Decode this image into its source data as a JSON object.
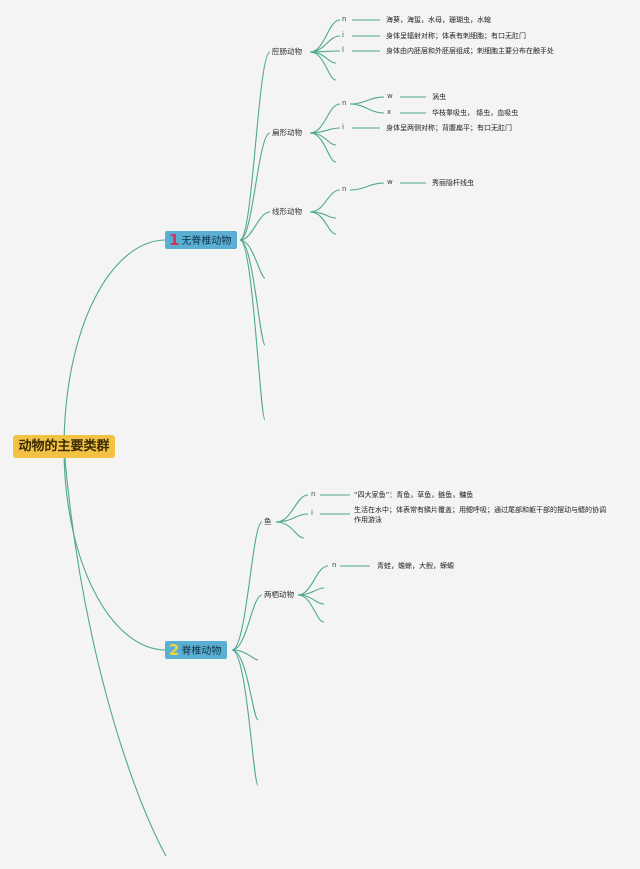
{
  "title": "动物的主要类群",
  "groups": [
    {
      "num": "1",
      "label": "无脊椎动物"
    },
    {
      "num": "2",
      "label": "脊椎动物"
    }
  ],
  "invert": {
    "qiang": {
      "label": "腔肠动物",
      "k1": "n",
      "v1": "海葵，海蜇，水母，珊瑚虫，水螅",
      "k2": "i",
      "v2": "身体呈辐射对称；体表有刺细胞；有口无肛门",
      "k3": "l",
      "v3": "身体由内胚层和外胚层组成；刺细胞主要分布在触手处"
    },
    "bian": {
      "label": "扁形动物",
      "k1": "n",
      "k2": "i",
      "v2": "身体呈两侧对称；背腹扁平；有口无肛门",
      "w": "w",
      "wv": "涡虫",
      "x": "x",
      "xv": "华枝睾吸虫，  绦虫，血吸虫"
    },
    "xian": {
      "label": "线形动物",
      "k1": "n",
      "w": "w",
      "wv": "秀丽隐杆线虫"
    }
  },
  "vert": {
    "yu": {
      "label": "鱼",
      "k1": "n",
      "v1": "“四大家鱼”：青鱼，草鱼，鲢鱼，鳙鱼",
      "k2": "i",
      "v2": "生活在水中；体表常有鳞片覆盖；用鳃呼吸；通过尾部和躯干部的摆动与鳍的协调作用游泳"
    },
    "liangqi": {
      "label": "两栖动物",
      "k1": "n",
      "v1": "青蛙，蟾蜍，大鲵，蝾螈"
    }
  }
}
